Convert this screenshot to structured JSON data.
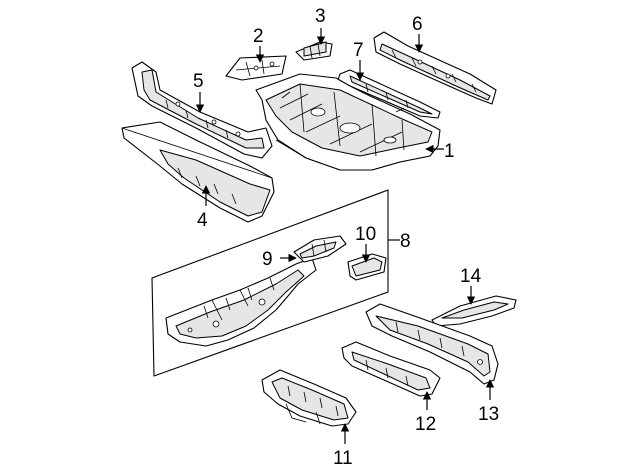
{
  "callouts": [
    {
      "id": "1",
      "text": "1"
    },
    {
      "id": "2",
      "text": "2"
    },
    {
      "id": "3",
      "text": "3"
    },
    {
      "id": "4",
      "text": "4"
    },
    {
      "id": "5",
      "text": "5"
    },
    {
      "id": "6",
      "text": "6"
    },
    {
      "id": "7",
      "text": "7"
    },
    {
      "id": "8",
      "text": "8"
    },
    {
      "id": "9",
      "text": "9"
    },
    {
      "id": "10",
      "text": "10"
    },
    {
      "id": "11",
      "text": "11"
    },
    {
      "id": "12",
      "text": "12"
    },
    {
      "id": "13",
      "text": "13"
    },
    {
      "id": "14",
      "text": "14"
    }
  ],
  "colors": {
    "line": "#000000",
    "background": "#ffffff",
    "shade": "#e6e6e6"
  }
}
